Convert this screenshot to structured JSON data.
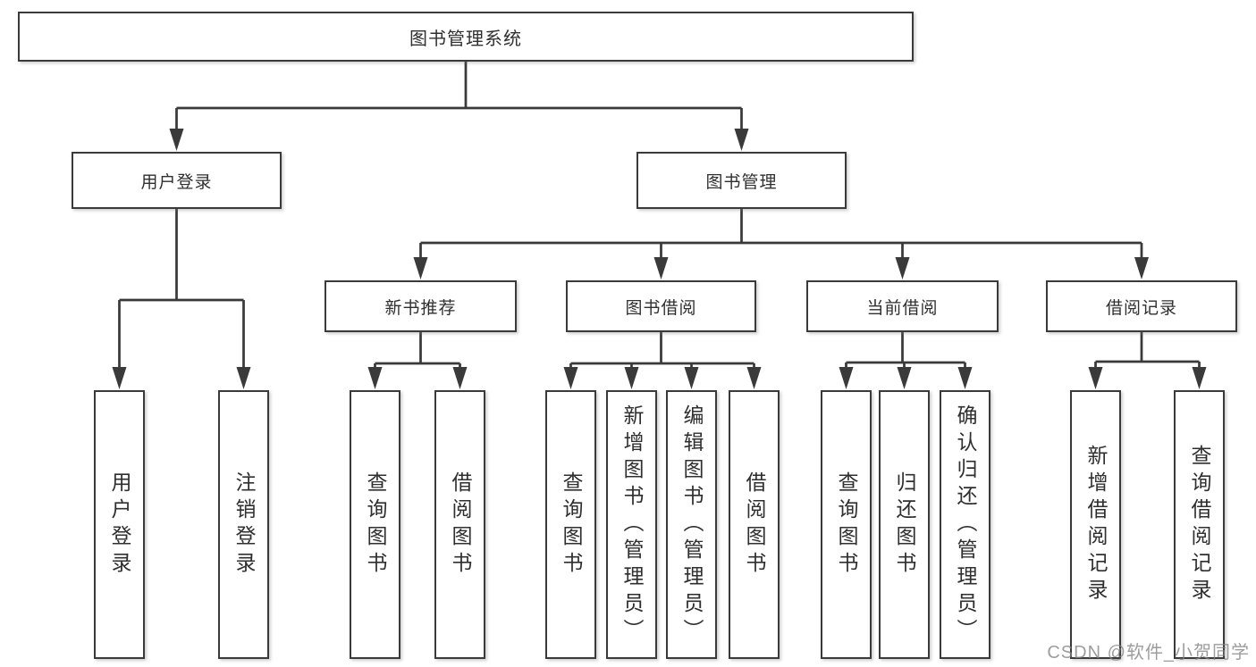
{
  "root": {
    "label": "图书管理系统"
  },
  "level1": {
    "user_login": {
      "label": "用户登录"
    },
    "book_manage": {
      "label": "图书管理"
    }
  },
  "level2": {
    "new_books": {
      "label": "新书推荐"
    },
    "book_borrow": {
      "label": "图书借阅"
    },
    "current_borrow": {
      "label": "当前借阅"
    },
    "borrow_records": {
      "label": "借阅记录"
    }
  },
  "leaves": {
    "user_login": [
      "用户登录",
      "注销登录"
    ],
    "new_books": [
      "查询图书",
      "借阅图书"
    ],
    "book_borrow": [
      "查询图书",
      "新增图书（管理员）",
      "编辑图书（管理员）",
      "借阅图书"
    ],
    "current_borrow": [
      "查询图书",
      "归还图书",
      "确认归还（管理员）"
    ],
    "borrow_records": [
      "新增借阅记录",
      "查询借阅记录"
    ]
  },
  "watermark": "CSDN @软件_小贺同学",
  "colors": {
    "line": "#3a3a3a",
    "text": "#2f2f2f",
    "watermark": "#828282",
    "background": "#ffffff"
  }
}
